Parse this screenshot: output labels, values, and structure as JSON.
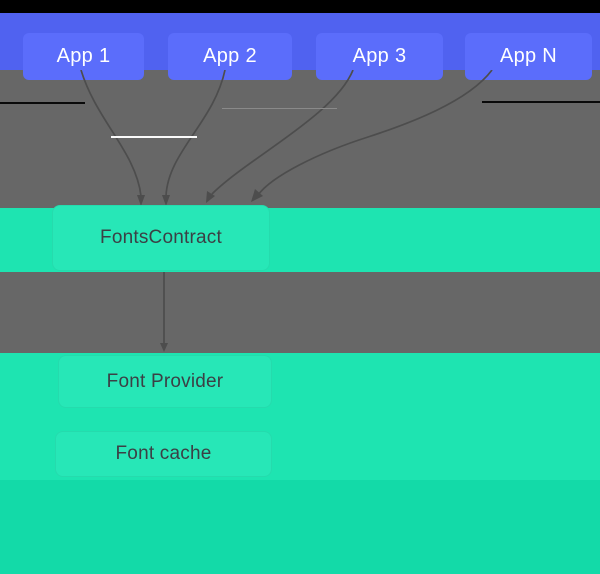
{
  "diagram": {
    "title": "downloadable-fonts-architecture",
    "apps": [
      {
        "label": "App 1"
      },
      {
        "label": "App 2"
      },
      {
        "label": "App 3"
      },
      {
        "label": "App N"
      }
    ],
    "contract": {
      "label": "FontsContract"
    },
    "provider": {
      "label": "Font Provider"
    },
    "cache": {
      "label": "Font cache"
    }
  },
  "colors": {
    "top_strip": "#000000",
    "app_bar": "#5062f0",
    "app_box": "#5b6dfb",
    "background_gray": "#676767",
    "teal": "#1ee4b1",
    "teal_box": "#27e7b7",
    "teal_dark": "#13daa8",
    "arrow": "#4d4d4d",
    "text_dark": "#3b4045",
    "text_light": "#ffffff"
  }
}
